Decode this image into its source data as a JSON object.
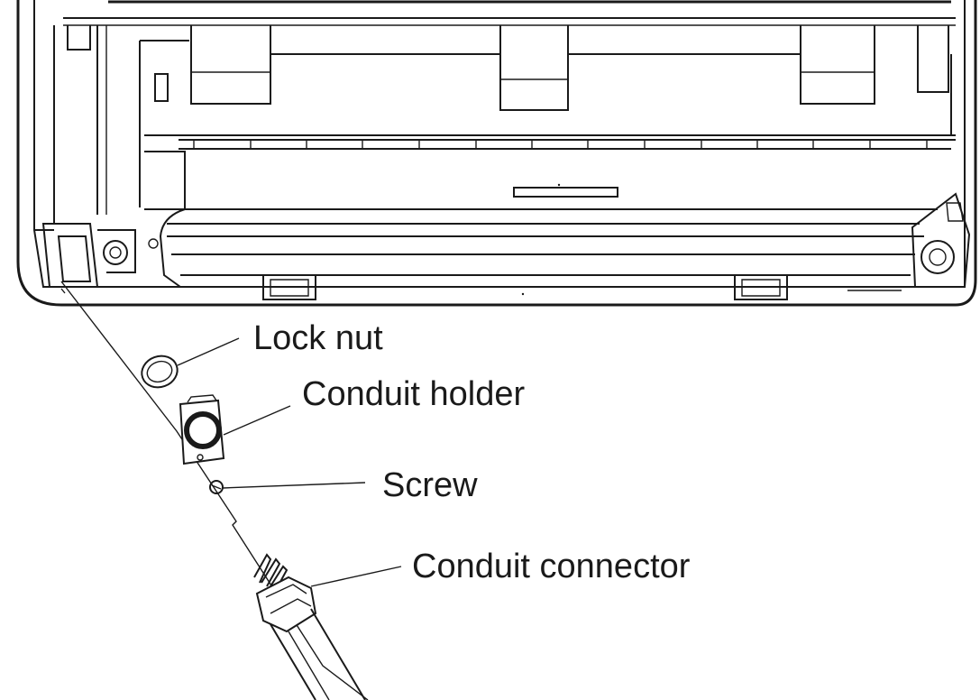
{
  "labels": {
    "lock_nut": "Lock nut",
    "conduit_holder": "Conduit holder",
    "screw": "Screw",
    "conduit_connector": "Conduit connector"
  },
  "colors": {
    "line": "#1a1a1a",
    "background": "#ffffff"
  }
}
